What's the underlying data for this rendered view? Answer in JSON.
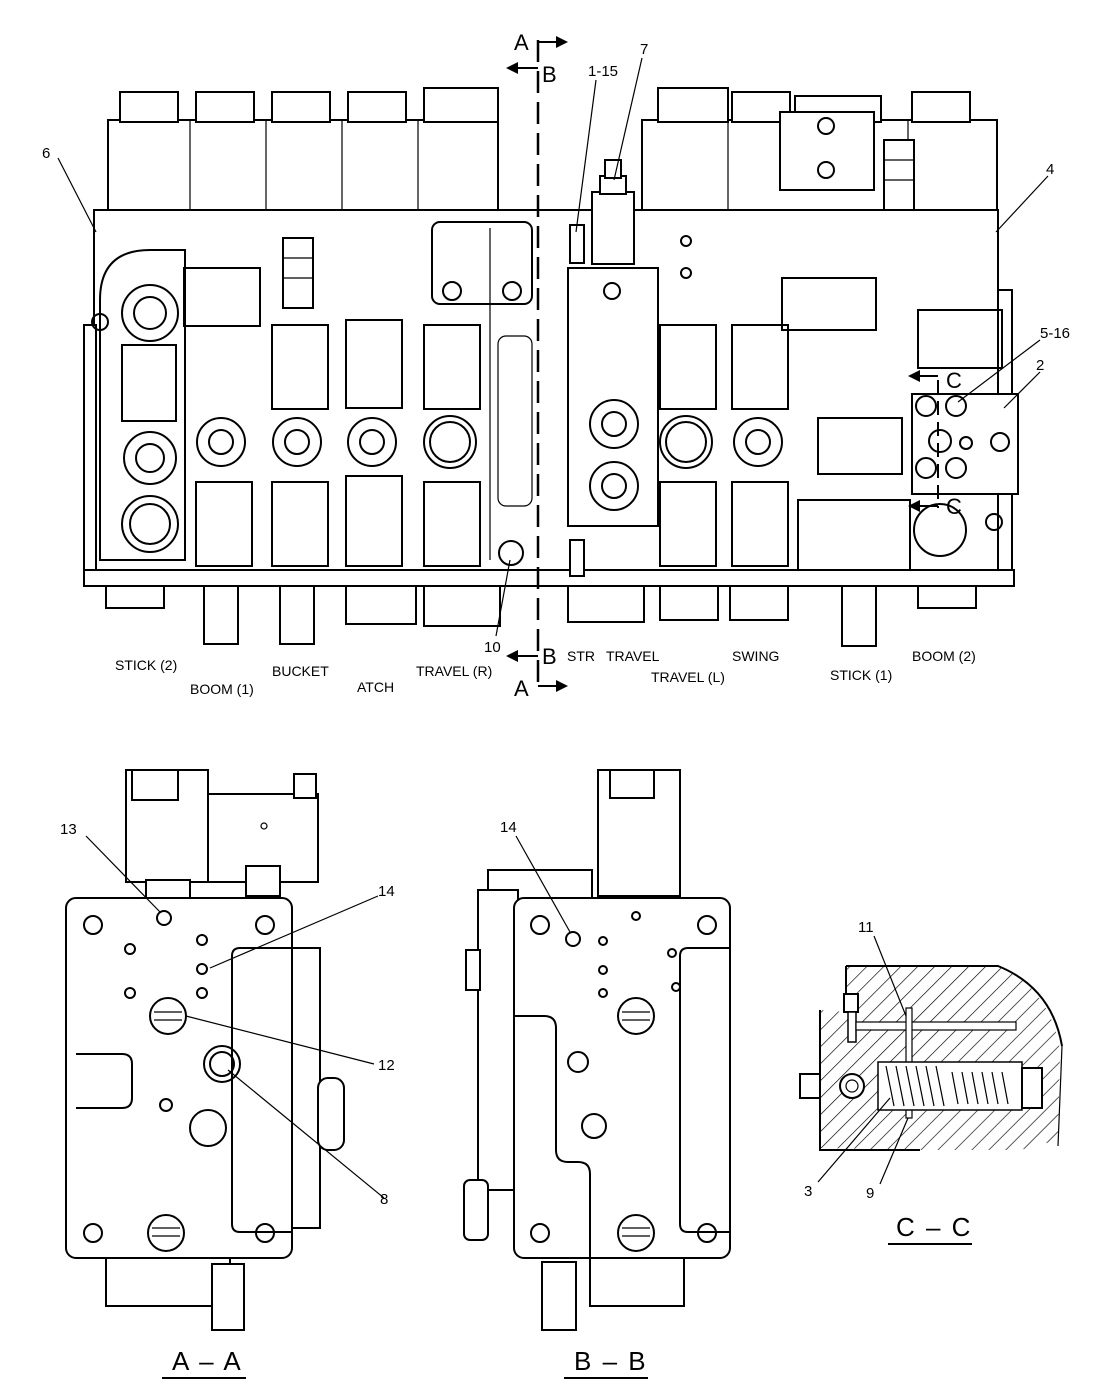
{
  "section_markers": {
    "a": "A",
    "b": "B",
    "c": "C"
  },
  "callouts": {
    "c1_15": "1-15",
    "c2": "2",
    "c3": "3",
    "c4": "4",
    "c5_16": "5-16",
    "c6": "6",
    "c7": "7",
    "c8": "8",
    "c9": "9",
    "c10": "10",
    "c11": "11",
    "c12": "12",
    "c13": "13",
    "c14a": "14",
    "c14b": "14"
  },
  "functions": {
    "stick2": "STICK (2)",
    "boom1": "BOOM (1)",
    "bucket": "BUCKET",
    "atch": "ATCH",
    "travel_r": "TRAVEL (R)",
    "str": "STR",
    "travel": "TRAVEL",
    "travel_l": "TRAVEL (L)",
    "swing": "SWING",
    "stick1": "STICK (1)",
    "boom2": "BOOM (2)"
  },
  "section_titles": {
    "aa": "A – A",
    "bb": "B – B",
    "cc": "C – C"
  }
}
